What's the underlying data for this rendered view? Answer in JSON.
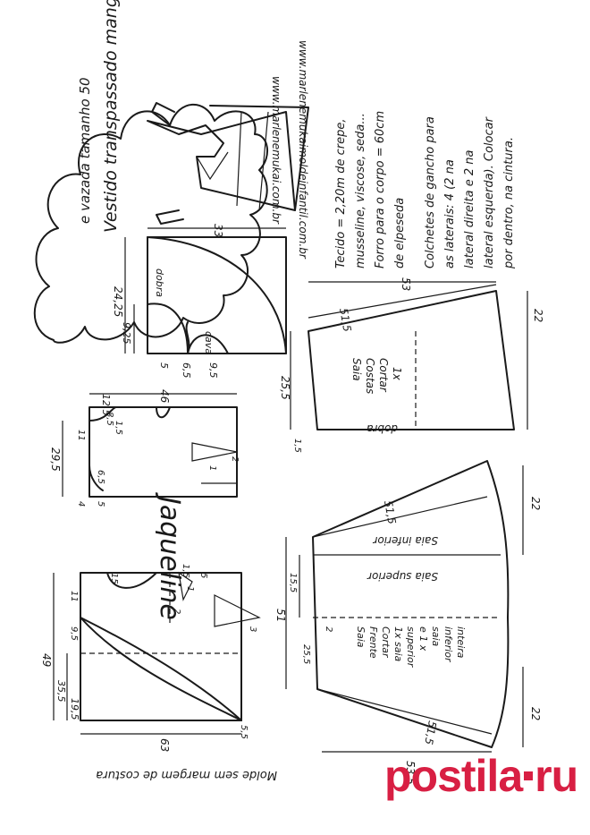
{
  "title": {
    "line1": "Vestido transpassado manga",
    "line2": "e vazada tamanho 50",
    "urls": [
      "www.marlenemukai.com.br",
      "www.marlenemukaimoldeinfantil.com.br"
    ]
  },
  "materials": [
    "Tecido = 2,20m de crepe,",
    "musseline, viscose, seda...",
    "Forro para o corpo = 60cm",
    "de elpeseda",
    "Colchetes de gancho para",
    "as laterais: 4 (2 na",
    "lateral direita e 2 na",
    "lateral esquerda). Colocar",
    "por dentro, na cintura."
  ],
  "sleeve": {
    "dims": {
      "width": "33",
      "height": "24,25",
      "a": "9,25",
      "b": "5",
      "c": "6,5",
      "d": "9,5"
    },
    "labels": {
      "fold": "dobra",
      "cava": "cava"
    }
  },
  "back_bodice": {
    "dims": {
      "width": "46",
      "top": "12,5",
      "height": "29,5",
      "a": "11",
      "b": "8,5",
      "c": "1",
      "d": "5",
      "e": "2",
      "f": "4",
      "g": "6,5",
      "h": "1,5"
    }
  },
  "front_bodice": {
    "dims": {
      "width": "63",
      "height": "49",
      "a": "35,5",
      "b": "19,5",
      "c": "9,5",
      "d": "11",
      "e": "15",
      "f": "1,5",
      "g": "2",
      "h": "3",
      "i": "5,5",
      "j": "1",
      "k": "5"
    }
  },
  "skirt_back": {
    "dims": {
      "top": "53",
      "slant": "51,5",
      "hem": "22",
      "height": "25,5",
      "small": "1,5"
    },
    "labels": {
      "line1": "Saia",
      "line2": "Costas",
      "line3": "Cortar",
      "line4": "1x",
      "fold": "dobra"
    }
  },
  "skirt_front": {
    "dims": {
      "top": "53,5",
      "slant_top": "51,5",
      "slant_bottom": "51,5",
      "hem_top": "22",
      "hem_bottom": "22",
      "h1": "51",
      "h2": "15,5",
      "h3": "25,5",
      "mark": "2"
    },
    "labels": {
      "lower": "Saia inferior",
      "upper": "Saia superior",
      "l1": "Saia",
      "l2": "Frente",
      "l3": "Cortar",
      "l4": "1x saia",
      "l5": "superior",
      "l6": "e 1 x",
      "l7": "saia",
      "l8": "inferior",
      "l9": "inteira"
    }
  },
  "signature": "Jaqueline",
  "note": "Molde sem margem de costura",
  "watermark": {
    "text": "postila",
    "suffix": "ru",
    "color": "#d81f43"
  },
  "colors": {
    "ink": "#1a1a1a",
    "paper": "#ffffff",
    "brand": "#d81f43"
  }
}
